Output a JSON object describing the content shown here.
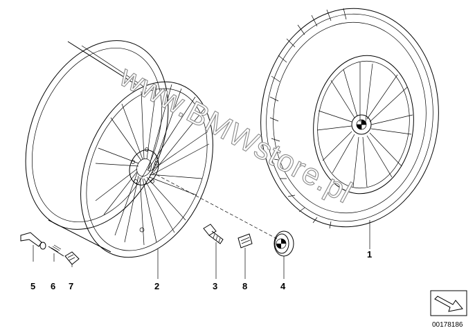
{
  "watermark": "www.BMWstore.pl",
  "document_number": "00178186",
  "parts": [
    {
      "label": "1"
    },
    {
      "label": "2"
    },
    {
      "label": "3"
    },
    {
      "label": "4"
    },
    {
      "label": "5"
    },
    {
      "label": "6"
    },
    {
      "label": "7"
    },
    {
      "label": "8"
    }
  ],
  "icons": [
    "wheel-with-tire-icon",
    "alloy-rim-icon",
    "wheel-bolt-icon",
    "hub-cap-icon",
    "valve-stem-icon",
    "valve-core-icon",
    "valve-cap-icon",
    "balance-weight-icon",
    "navigation-arrow-icon"
  ]
}
